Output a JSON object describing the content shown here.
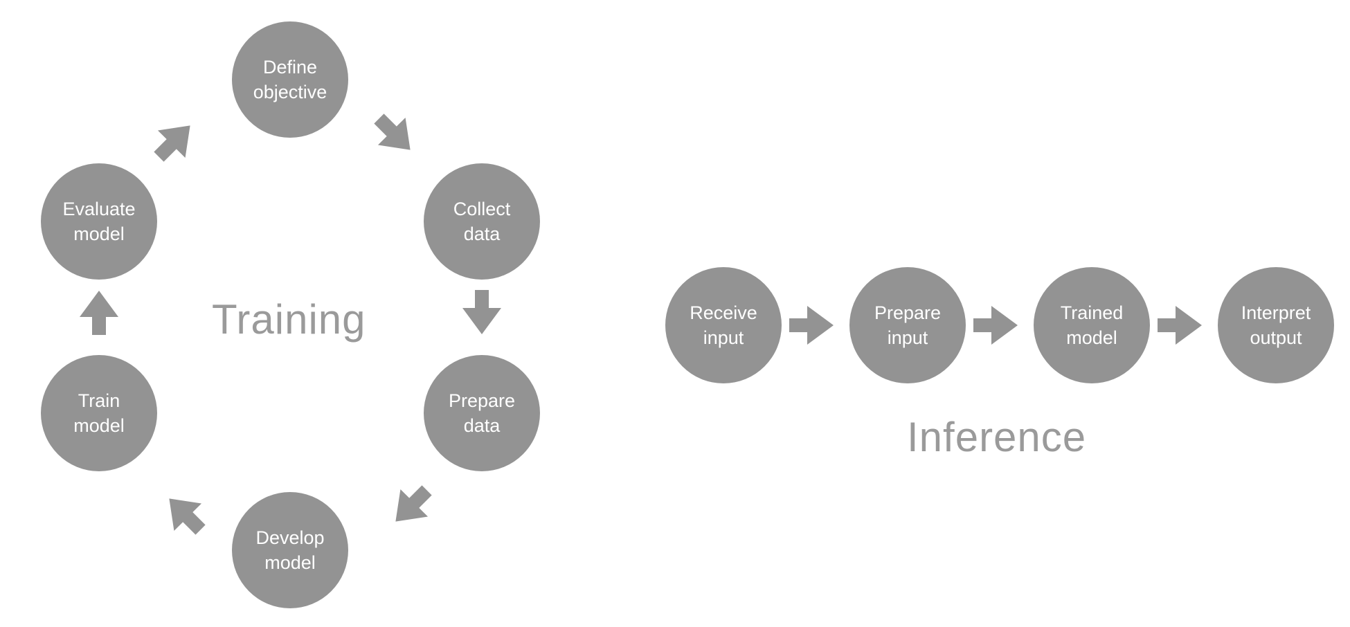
{
  "training": {
    "label": "Training",
    "nodes": [
      {
        "line1": "Define",
        "line2": "objective"
      },
      {
        "line1": "Collect",
        "line2": "data"
      },
      {
        "line1": "Prepare",
        "line2": "data"
      },
      {
        "line1": "Develop",
        "line2": "model"
      },
      {
        "line1": "Train",
        "line2": "model"
      },
      {
        "line1": "Evaluate",
        "line2": "model"
      }
    ]
  },
  "inference": {
    "label": "Inference",
    "nodes": [
      {
        "line1": "Receive",
        "line2": "input"
      },
      {
        "line1": "Prepare",
        "line2": "input"
      },
      {
        "line1": "Trained",
        "line2": "model"
      },
      {
        "line1": "Interpret",
        "line2": "output"
      }
    ]
  },
  "colors": {
    "node_fill": "#939393",
    "node_text": "#ffffff",
    "arrow_fill": "#939393",
    "label_text": "#9a9a9a"
  },
  "icons": {
    "flow_arrow": "block-arrow-icon"
  }
}
